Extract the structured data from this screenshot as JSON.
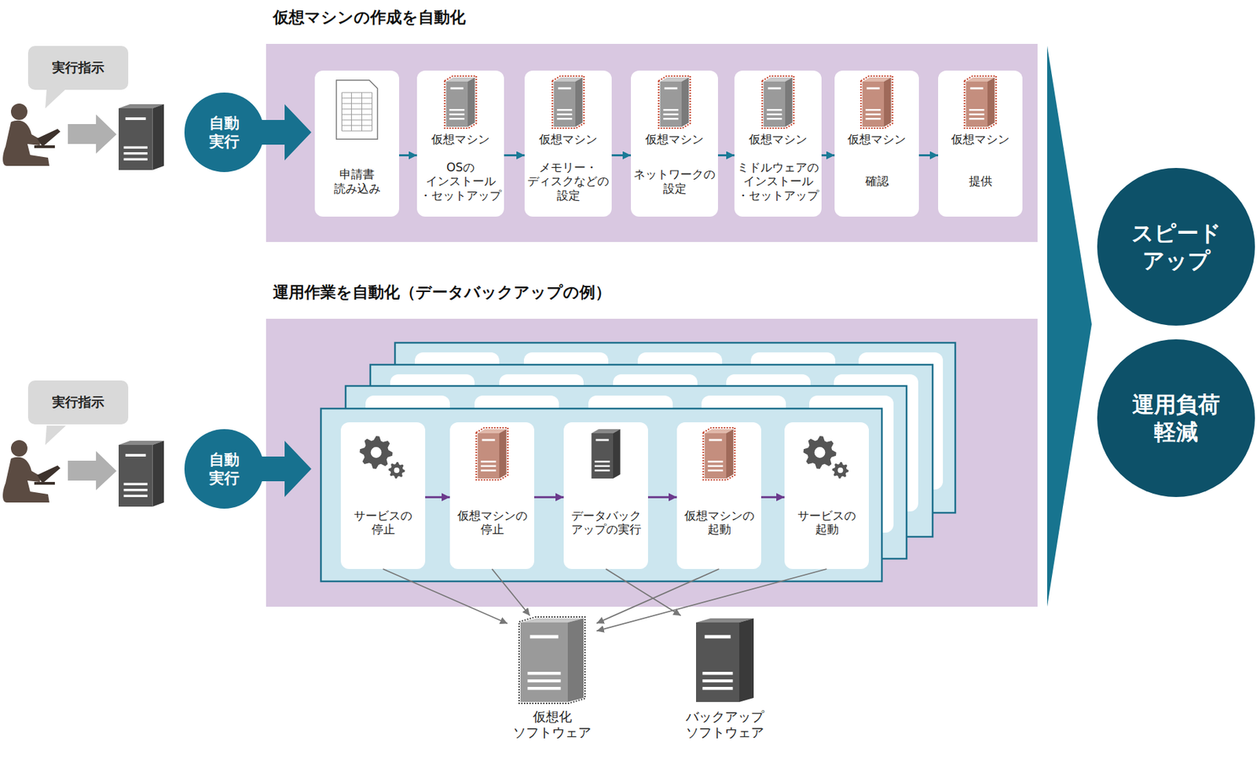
{
  "diagram": {
    "nodes": [
      {
        "text": [
          "実行指示"
        ]
      },
      {
        "text": [
          "自動 実行"
        ]
      },
      {
        "text": [
          "仮想マシンの作成を自動化"
        ]
      },
      {
        "text": [
          "申請書 読み込み"
        ],
        "in": 2
      },
      {
        "text": [
          "仮想マシン",
          "OSの インストール ・セットアップ"
        ],
        "in": 2
      },
      {
        "text": [
          "仮想マシン",
          "メモリー・ ディスクなどの 設定"
        ],
        "in": 2
      },
      {
        "text": [
          "仮想マシン",
          "ネットワークの 設定"
        ],
        "in": 2
      },
      {
        "text": [
          "仮想マシン",
          "ミドルウェアの インストール ・セットアップ"
        ],
        "in": 2
      },
      {
        "text": [
          "仮想マシン",
          "確認"
        ],
        "in": 2
      },
      {
        "text": [
          "仮想マシン",
          "提供"
        ],
        "in": 2
      },
      {
        "text": [
          "実行指示"
        ]
      },
      {
        "text": [
          "自動 実行"
        ]
      },
      {
        "text": [
          "運用作業を自動化（データバックアップの例）"
        ]
      },
      {
        "text": [
          "サービスの 停止"
        ],
        "in": 12
      },
      {
        "text": [
          "仮想マシンの 停止"
        ],
        "in": 12
      },
      {
        "text": [
          "データバック アップの実行"
        ],
        "in": 12
      },
      {
        "text": [
          "仮想マシンの 起動"
        ],
        "in": 12
      },
      {
        "text": [
          "サービスの 起動"
        ],
        "in": 12
      },
      {
        "text": [
          "仮想化 ソフトウェア"
        ]
      },
      {
        "text": [
          "バックアップ ソフトウェア"
        ]
      },
      {
        "text": [
          "スピード アップ"
        ]
      },
      {
        "text": [
          "運用負荷 軽減"
        ]
      }
    ],
    "edges": [
      {
        "from": 3,
        "to": 4,
        "arrow": "to"
      },
      {
        "from": 4,
        "to": 5,
        "arrow": "to"
      },
      {
        "from": 5,
        "to": 6,
        "arrow": "to"
      },
      {
        "from": 6,
        "to": 7,
        "arrow": "to"
      },
      {
        "from": 7,
        "to": 8,
        "arrow": "to"
      },
      {
        "from": 8,
        "to": 9,
        "arrow": "to"
      },
      {
        "from": 13,
        "to": 14,
        "arrow": "to"
      },
      {
        "from": 14,
        "to": 15,
        "arrow": "to"
      },
      {
        "from": 15,
        "to": 16,
        "arrow": "to"
      },
      {
        "from": 16,
        "to": 17,
        "arrow": "to"
      },
      {
        "from": 13,
        "to": 18,
        "arrow": "to"
      },
      {
        "from": 14,
        "to": 18,
        "arrow": "to"
      },
      {
        "from": 15,
        "to": 19,
        "arrow": "to"
      },
      {
        "from": 16,
        "to": 18,
        "arrow": "to"
      },
      {
        "from": 17,
        "to": 18,
        "arrow": "to"
      }
    ]
  }
}
